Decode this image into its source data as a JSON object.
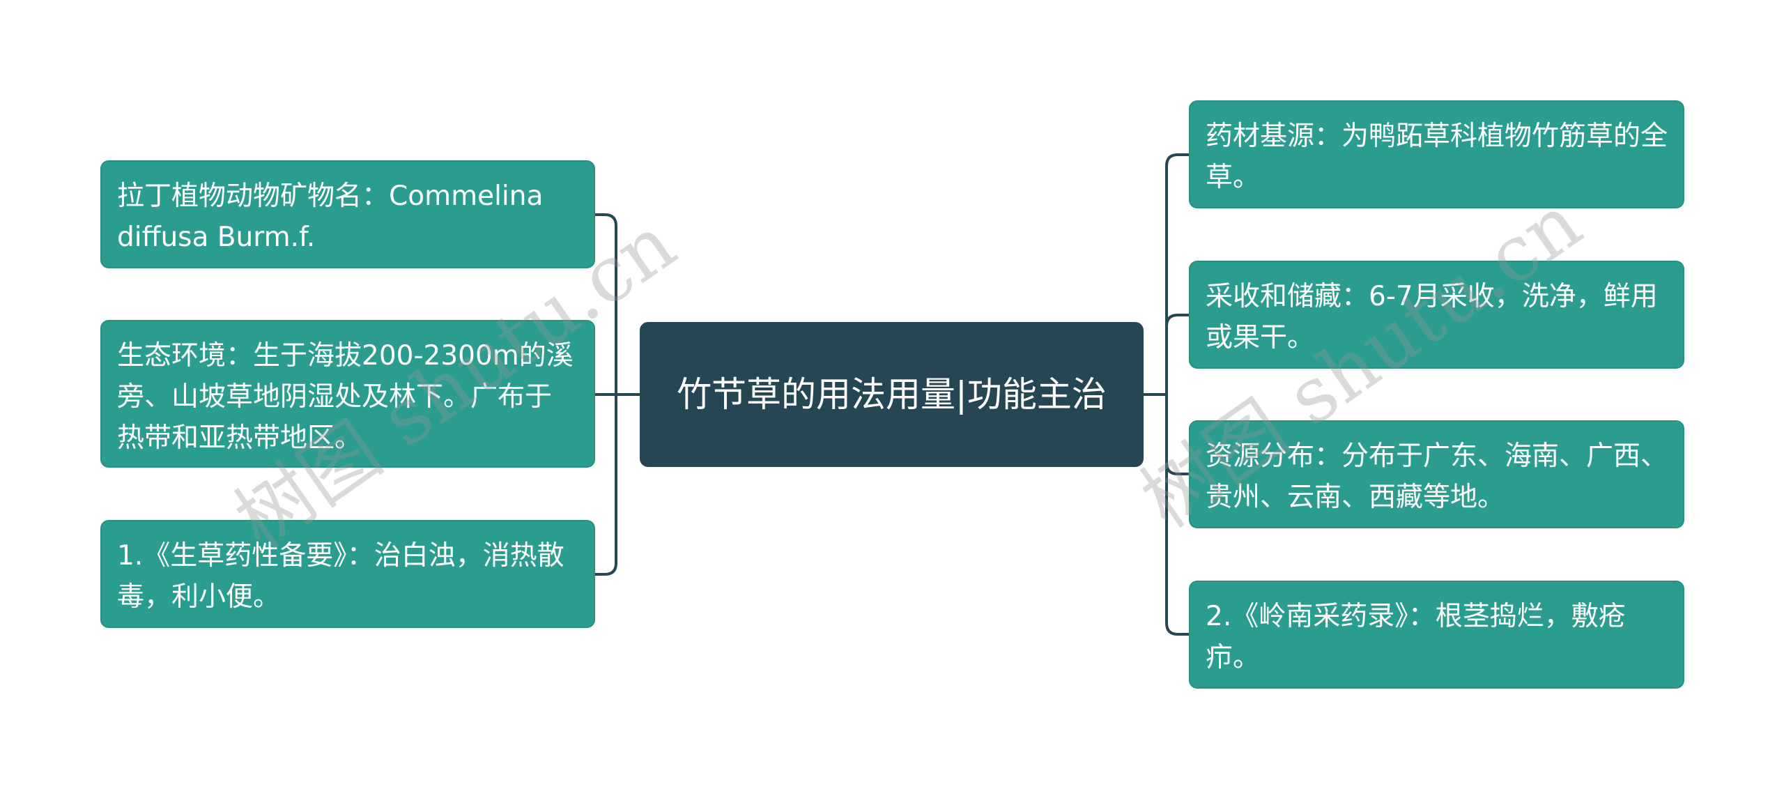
{
  "center": {
    "title": "竹节草的用法用量|功能主治"
  },
  "left_nodes": [
    {
      "text": "拉丁植物动物矿物名：Commelina diffusa Burm.f."
    },
    {
      "text": "生态环境：生于海拔200-2300m的溪旁、山坡草地阴湿处及林下。广布于热带和亚热带地区。"
    },
    {
      "text": "1.《生草药性备要》：治白浊，消热散毒，利小便。"
    }
  ],
  "right_nodes": [
    {
      "text": "药材基源：为鸭跖草科植物竹筋草的全草。"
    },
    {
      "text": "采收和储藏：6-7月采收，洗净，鲜用或果干。"
    },
    {
      "text": "资源分布：分布于广东、海南、广西、贵州、云南、西藏等地。"
    },
    {
      "text": "2.《岭南采药录》：根茎捣烂，敷疮疖。"
    }
  ],
  "watermark": {
    "text_left": "树图 shutu.cn",
    "text_right": "树图 shutu.cn"
  },
  "colors": {
    "node": "#2a9d8f",
    "center": "#264653",
    "line": "#264653"
  }
}
